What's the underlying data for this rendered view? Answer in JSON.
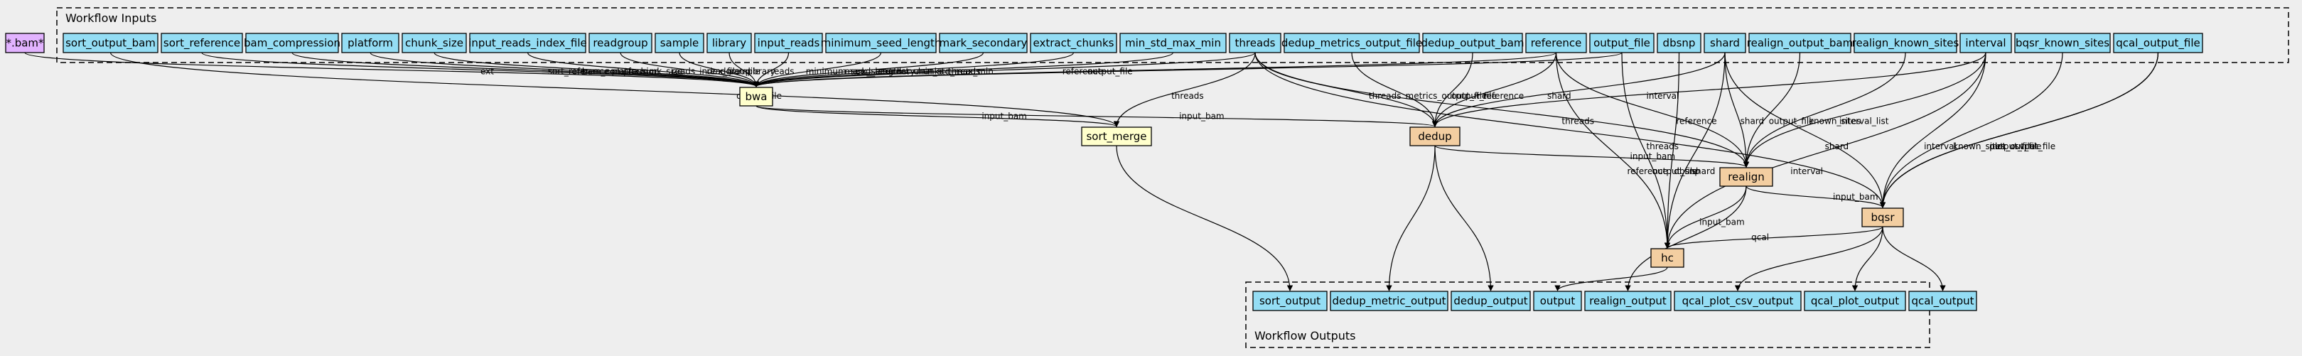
{
  "clusters": {
    "inputs_title": "Workflow Inputs",
    "outputs_title": "Workflow Outputs"
  },
  "colors": {
    "input_node": "#94ddf4",
    "tool_node": "#f3cea1",
    "subworkflow_node": "#ffffcc",
    "external_node": "#e2b3ff",
    "background": "#eeeeee"
  },
  "nodes": [
    {
      "id": "bam_glob",
      "label": "*.bam*",
      "kind": "external"
    },
    {
      "id": "sort_output_bam",
      "label": "sort_output_bam",
      "kind": "input"
    },
    {
      "id": "sort_reference",
      "label": "sort_reference",
      "kind": "input"
    },
    {
      "id": "bam_compression",
      "label": "bam_compression",
      "kind": "input"
    },
    {
      "id": "platform",
      "label": "platform",
      "kind": "input"
    },
    {
      "id": "chunk_size",
      "label": "chunk_size",
      "kind": "input"
    },
    {
      "id": "input_reads_index_file",
      "label": "input_reads_index_file",
      "kind": "input"
    },
    {
      "id": "readgroup",
      "label": "readgroup",
      "kind": "input"
    },
    {
      "id": "sample",
      "label": "sample",
      "kind": "input"
    },
    {
      "id": "library",
      "label": "library",
      "kind": "input"
    },
    {
      "id": "input_reads",
      "label": "input_reads",
      "kind": "input"
    },
    {
      "id": "minimum_seed_length",
      "label": "minimum_seed_length",
      "kind": "input"
    },
    {
      "id": "mark_secondary",
      "label": "mark_secondary",
      "kind": "input"
    },
    {
      "id": "extract_chunks",
      "label": "extract_chunks",
      "kind": "input"
    },
    {
      "id": "min_std_max_min",
      "label": "min_std_max_min",
      "kind": "input"
    },
    {
      "id": "threads",
      "label": "threads",
      "kind": "input"
    },
    {
      "id": "dedup_metrics_output_file",
      "label": "dedup_metrics_output_file",
      "kind": "input"
    },
    {
      "id": "dedup_output_bam",
      "label": "dedup_output_bam",
      "kind": "input"
    },
    {
      "id": "reference",
      "label": "reference",
      "kind": "input"
    },
    {
      "id": "output_file",
      "label": "output_file",
      "kind": "input"
    },
    {
      "id": "dbsnp",
      "label": "dbsnp",
      "kind": "input"
    },
    {
      "id": "shard",
      "label": "shard",
      "kind": "input"
    },
    {
      "id": "realign_output_bam",
      "label": "realign_output_bam",
      "kind": "input"
    },
    {
      "id": "realign_known_sites",
      "label": "realign_known_sites",
      "kind": "input"
    },
    {
      "id": "interval",
      "label": "interval",
      "kind": "input"
    },
    {
      "id": "bqsr_known_sites",
      "label": "bqsr_known_sites",
      "kind": "input"
    },
    {
      "id": "qcal_output_file",
      "label": "qcal_output_file",
      "kind": "input"
    },
    {
      "id": "bwa",
      "label": "bwa",
      "kind": "subworkflow"
    },
    {
      "id": "sort_merge",
      "label": "sort_merge",
      "kind": "subworkflow"
    },
    {
      "id": "dedup",
      "label": "dedup",
      "kind": "tool"
    },
    {
      "id": "realign",
      "label": "realign",
      "kind": "tool"
    },
    {
      "id": "bqsr",
      "label": "bqsr",
      "kind": "tool"
    },
    {
      "id": "hc",
      "label": "hc",
      "kind": "tool"
    },
    {
      "id": "out_sort_output",
      "label": "sort_output",
      "kind": "input"
    },
    {
      "id": "out_dedup_metric_output",
      "label": "dedup_metric_output",
      "kind": "input"
    },
    {
      "id": "out_dedup_output",
      "label": "dedup_output",
      "kind": "input"
    },
    {
      "id": "out_output",
      "label": "output",
      "kind": "input"
    },
    {
      "id": "out_realign_output",
      "label": "realign_output",
      "kind": "input"
    },
    {
      "id": "out_qcal_plot_csv_output",
      "label": "qcal_plot_csv_output",
      "kind": "input"
    },
    {
      "id": "out_qcal_plot_output",
      "label": "qcal_plot_output",
      "kind": "input"
    },
    {
      "id": "out_qcal_output",
      "label": "qcal_output",
      "kind": "input"
    }
  ],
  "edges": [
    {
      "from": "bam_glob",
      "to": "bwa",
      "label": "ext"
    },
    {
      "from": "sort_output_bam",
      "to": "sort_merge",
      "label": "output_file"
    },
    {
      "from": "sort_reference",
      "to": "bwa",
      "label": "sort_reference"
    },
    {
      "from": "bam_compression",
      "to": "bwa",
      "label": "bam_compression"
    },
    {
      "from": "platform",
      "to": "bwa",
      "label": "platform"
    },
    {
      "from": "chunk_size",
      "to": "bwa",
      "label": "chunk_size"
    },
    {
      "from": "input_reads_index_file",
      "to": "bwa",
      "label": "reads_index_file"
    },
    {
      "from": "readgroup",
      "to": "bwa",
      "label": "readgroup"
    },
    {
      "from": "sample",
      "to": "bwa",
      "label": "sample"
    },
    {
      "from": "library",
      "to": "bwa",
      "label": "library"
    },
    {
      "from": "input_reads",
      "to": "bwa",
      "label": "reads"
    },
    {
      "from": "minimum_seed_length",
      "to": "bwa",
      "label": "minimum_seed_length"
    },
    {
      "from": "mark_secondary",
      "to": "bwa",
      "label": "mark_secondary"
    },
    {
      "from": "extract_chunks",
      "to": "bwa",
      "label": "extract_chunks"
    },
    {
      "from": "output_file",
      "to": "bwa",
      "label": "output_file"
    },
    {
      "from": "min_std_max_min",
      "to": "bwa",
      "label": "min_std_max_min"
    },
    {
      "from": "threads",
      "to": "bwa",
      "label": "threads"
    },
    {
      "from": "threads",
      "to": "sort_merge",
      "label": "threads"
    },
    {
      "from": "threads",
      "to": "dedup",
      "label": "threads"
    },
    {
      "from": "threads",
      "to": "realign",
      "label": "threads"
    },
    {
      "from": "threads",
      "to": "bqsr",
      "label": "threads"
    },
    {
      "from": "dedup_metrics_output_file",
      "to": "dedup",
      "label": "metrics_output_file"
    },
    {
      "from": "dedup_output_bam",
      "to": "dedup",
      "label": "output_file"
    },
    {
      "from": "reference",
      "to": "bwa",
      "label": "reference"
    },
    {
      "from": "reference",
      "to": "dedup",
      "label": "reference"
    },
    {
      "from": "reference",
      "to": "realign",
      "label": "reference"
    },
    {
      "from": "reference",
      "to": "hc",
      "label": "reference"
    },
    {
      "from": "output_file",
      "to": "hc",
      "label": "output_file"
    },
    {
      "from": "dbsnp",
      "to": "hc",
      "label": "dbsnp"
    },
    {
      "from": "shard",
      "to": "dedup",
      "label": "shard"
    },
    {
      "from": "shard",
      "to": "realign",
      "label": "shard"
    },
    {
      "from": "shard",
      "to": "bqsr",
      "label": "shard"
    },
    {
      "from": "shard",
      "to": "hc",
      "label": "shard"
    },
    {
      "from": "realign_output_bam",
      "to": "realign",
      "label": "output_file"
    },
    {
      "from": "realign_known_sites",
      "to": "realign",
      "label": "known_sites"
    },
    {
      "from": "interval",
      "to": "realign",
      "label": "interval_list"
    },
    {
      "from": "interval",
      "to": "hc",
      "label": "interval"
    },
    {
      "from": "interval",
      "to": "bqsr",
      "label": "interval"
    },
    {
      "from": "interval",
      "to": "dedup",
      "label": "interval"
    },
    {
      "from": "bqsr_known_sites",
      "to": "bqsr",
      "label": "known_sites"
    },
    {
      "from": "qcal_output_file",
      "to": "bqsr",
      "label": "plot_csv_file"
    },
    {
      "from": "qcal_output_file",
      "to": "bqsr",
      "label": "output_file"
    },
    {
      "from": "qcal_output_file",
      "to": "bqsr",
      "label": "plot_output_file"
    },
    {
      "from": "bwa",
      "to": "sort_merge",
      "label": "input_bam"
    },
    {
      "from": "bwa",
      "to": "dedup",
      "label": "input_bam"
    },
    {
      "from": "dedup",
      "to": "realign",
      "label": "input_bam"
    },
    {
      "from": "realign",
      "to": "bqsr",
      "label": "input_bam"
    },
    {
      "from": "realign",
      "to": "hc",
      "label": "input_bam"
    },
    {
      "from": "bqsr",
      "to": "hc",
      "label": "qcal"
    },
    {
      "from": "sort_merge",
      "to": "out_sort_output",
      "label": ""
    },
    {
      "from": "dedup",
      "to": "out_dedup_metric_output",
      "label": ""
    },
    {
      "from": "dedup",
      "to": "out_dedup_output",
      "label": ""
    },
    {
      "from": "hc",
      "to": "out_output",
      "label": ""
    },
    {
      "from": "realign",
      "to": "out_realign_output",
      "label": ""
    },
    {
      "from": "bqsr",
      "to": "out_qcal_plot_csv_output",
      "label": ""
    },
    {
      "from": "bqsr",
      "to": "out_qcal_plot_output",
      "label": ""
    },
    {
      "from": "bqsr",
      "to": "out_qcal_output",
      "label": ""
    }
  ]
}
